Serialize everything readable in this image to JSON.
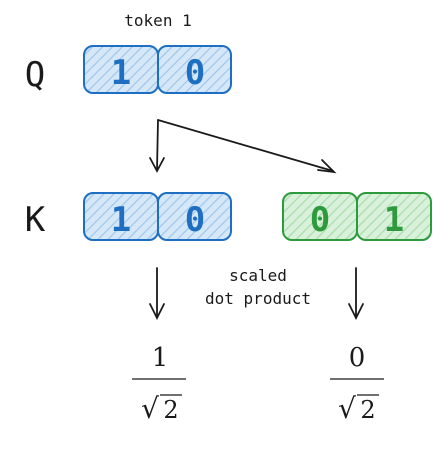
{
  "labels": {
    "token": "token 1",
    "q": "Q",
    "k": "K",
    "operation_line1": "scaled",
    "operation_line2": "dot product"
  },
  "query": {
    "cells": [
      "1",
      "0"
    ]
  },
  "keys": [
    {
      "cells": [
        "1",
        "0"
      ],
      "color": "#1e6fc2",
      "fill": "#b7d7f3"
    },
    {
      "cells": [
        "0",
        "1"
      ],
      "color": "#2e9a3e",
      "fill": "#bfe8c2"
    }
  ],
  "results": [
    {
      "numerator": "1",
      "radical": "√",
      "radicand": "2"
    },
    {
      "numerator": "0",
      "radical": "√",
      "radicand": "2"
    }
  ],
  "colors": {
    "blue_stroke": "#1e6fc2",
    "blue_fill": "#b7d7f3",
    "green_stroke": "#2e9a3e",
    "green_fill": "#bfe8c2",
    "ink": "#1a1a1a"
  }
}
